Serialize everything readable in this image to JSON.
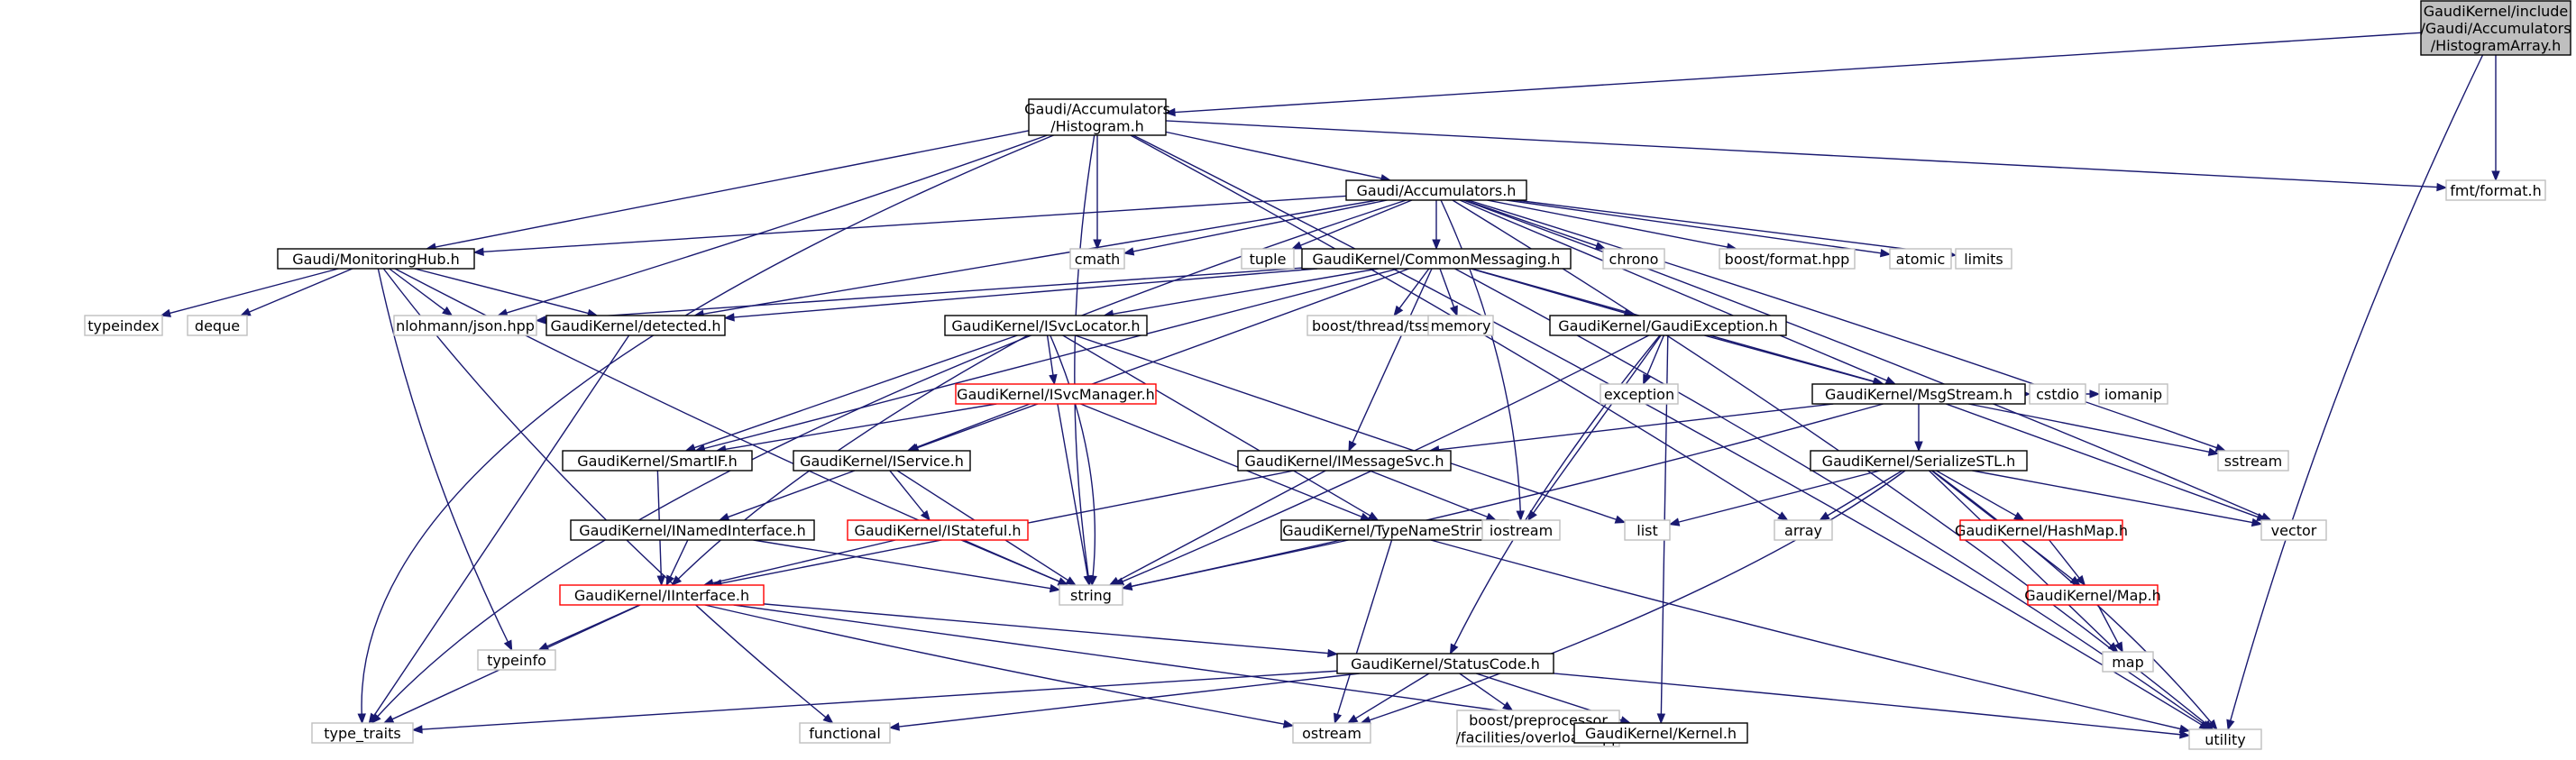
{
  "diagram": {
    "nodes": [
      {
        "id": "root",
        "lines": [
          "GaudiKernel/include",
          "/Gaudi/Accumulators",
          "/HistogramArray.h"
        ],
        "style": "root"
      },
      {
        "id": "histogram",
        "lines": [
          "Gaudi/Accumulators",
          "/Histogram.h"
        ],
        "style": "normal"
      },
      {
        "id": "fmt",
        "lines": [
          "fmt/format.h"
        ],
        "style": "external"
      },
      {
        "id": "utility",
        "lines": [
          "utility"
        ],
        "style": "external"
      },
      {
        "id": "accumulators",
        "lines": [
          "Gaudi/Accumulators.h"
        ],
        "style": "normal"
      },
      {
        "id": "monitoringhub",
        "lines": [
          "Gaudi/MonitoringHub.h"
        ],
        "style": "normal"
      },
      {
        "id": "cmath",
        "lines": [
          "cmath"
        ],
        "style": "external"
      },
      {
        "id": "tuple",
        "lines": [
          "tuple"
        ],
        "style": "external"
      },
      {
        "id": "commonmessaging",
        "lines": [
          "GaudiKernel/CommonMessaging.h"
        ],
        "style": "normal"
      },
      {
        "id": "chrono",
        "lines": [
          "chrono"
        ],
        "style": "external"
      },
      {
        "id": "boostformat",
        "lines": [
          "boost/format.hpp"
        ],
        "style": "external"
      },
      {
        "id": "atomic",
        "lines": [
          "atomic"
        ],
        "style": "external"
      },
      {
        "id": "limits",
        "lines": [
          "limits"
        ],
        "style": "external"
      },
      {
        "id": "typeindex",
        "lines": [
          "typeindex"
        ],
        "style": "external"
      },
      {
        "id": "deque",
        "lines": [
          "deque"
        ],
        "style": "external"
      },
      {
        "id": "json",
        "lines": [
          "nlohmann/json.hpp"
        ],
        "style": "external"
      },
      {
        "id": "detected",
        "lines": [
          "GaudiKernel/detected.h"
        ],
        "style": "normal"
      },
      {
        "id": "isvclocator",
        "lines": [
          "GaudiKernel/ISvcLocator.h"
        ],
        "style": "normal"
      },
      {
        "id": "tss",
        "lines": [
          "boost/thread/tss.hpp"
        ],
        "style": "external"
      },
      {
        "id": "memory",
        "lines": [
          "memory"
        ],
        "style": "external"
      },
      {
        "id": "gaudiexception",
        "lines": [
          "GaudiKernel/GaudiException.h"
        ],
        "style": "normal"
      },
      {
        "id": "isvcmanager",
        "lines": [
          "GaudiKernel/ISvcManager.h"
        ],
        "style": "red"
      },
      {
        "id": "exception",
        "lines": [
          "exception"
        ],
        "style": "external"
      },
      {
        "id": "msgstream",
        "lines": [
          "GaudiKernel/MsgStream.h"
        ],
        "style": "normal"
      },
      {
        "id": "smartif",
        "lines": [
          "GaudiKernel/SmartIF.h"
        ],
        "style": "normal"
      },
      {
        "id": "iservice",
        "lines": [
          "GaudiKernel/IService.h"
        ],
        "style": "normal"
      },
      {
        "id": "imessagesvc",
        "lines": [
          "GaudiKernel/IMessageSvc.h"
        ],
        "style": "normal"
      },
      {
        "id": "serializestl",
        "lines": [
          "GaudiKernel/SerializeSTL.h"
        ],
        "style": "normal"
      },
      {
        "id": "cstdio",
        "lines": [
          "cstdio"
        ],
        "style": "external"
      },
      {
        "id": "iomanip",
        "lines": [
          "iomanip"
        ],
        "style": "external"
      },
      {
        "id": "sstream",
        "lines": [
          "sstream"
        ],
        "style": "external"
      },
      {
        "id": "inamedinterface",
        "lines": [
          "GaudiKernel/INamedInterface.h"
        ],
        "style": "normal"
      },
      {
        "id": "istateful",
        "lines": [
          "GaudiKernel/IStateful.h"
        ],
        "style": "red"
      },
      {
        "id": "typenamestring",
        "lines": [
          "GaudiKernel/TypeNameString.h"
        ],
        "style": "normal"
      },
      {
        "id": "iostream",
        "lines": [
          "iostream"
        ],
        "style": "external"
      },
      {
        "id": "list",
        "lines": [
          "list"
        ],
        "style": "external"
      },
      {
        "id": "array",
        "lines": [
          "array"
        ],
        "style": "external"
      },
      {
        "id": "hashmap",
        "lines": [
          "GaudiKernel/HashMap.h"
        ],
        "style": "red"
      },
      {
        "id": "vector",
        "lines": [
          "vector"
        ],
        "style": "external"
      },
      {
        "id": "string",
        "lines": [
          "string"
        ],
        "style": "external"
      },
      {
        "id": "iinterface",
        "lines": [
          "GaudiKernel/IInterface.h"
        ],
        "style": "red"
      },
      {
        "id": "map_h",
        "lines": [
          "GaudiKernel/Map.h"
        ],
        "style": "red"
      },
      {
        "id": "typeinfo",
        "lines": [
          "typeinfo"
        ],
        "style": "external"
      },
      {
        "id": "statuscode",
        "lines": [
          "GaudiKernel/StatusCode.h"
        ],
        "style": "normal"
      },
      {
        "id": "map",
        "lines": [
          "map"
        ],
        "style": "external"
      },
      {
        "id": "type_traits",
        "lines": [
          "type_traits"
        ],
        "style": "external"
      },
      {
        "id": "functional",
        "lines": [
          "functional"
        ],
        "style": "external"
      },
      {
        "id": "ostream",
        "lines": [
          "ostream"
        ],
        "style": "external"
      },
      {
        "id": "overload",
        "lines": [
          "boost/preprocessor",
          "/facilities/overload.hpp"
        ],
        "style": "external"
      },
      {
        "id": "kernel",
        "lines": [
          "GaudiKernel/Kernel.h"
        ],
        "style": "normal"
      }
    ],
    "edges": [
      [
        "root",
        "histogram"
      ],
      [
        "root",
        "fmt"
      ],
      [
        "root",
        "utility"
      ],
      [
        "histogram",
        "accumulators"
      ],
      [
        "histogram",
        "monitoringhub"
      ],
      [
        "histogram",
        "cmath"
      ],
      [
        "histogram",
        "json"
      ],
      [
        "histogram",
        "string"
      ],
      [
        "histogram",
        "type_traits"
      ],
      [
        "histogram",
        "utility"
      ],
      [
        "histogram",
        "fmt"
      ],
      [
        "histogram",
        "array"
      ],
      [
        "accumulators",
        "monitoringhub"
      ],
      [
        "accumulators",
        "cmath"
      ],
      [
        "accumulators",
        "tuple"
      ],
      [
        "accumulators",
        "commonmessaging"
      ],
      [
        "accumulators",
        "chrono"
      ],
      [
        "accumulators",
        "boostformat"
      ],
      [
        "accumulators",
        "atomic"
      ],
      [
        "accumulators",
        "limits"
      ],
      [
        "accumulators",
        "sstream"
      ],
      [
        "accumulators",
        "vector"
      ],
      [
        "accumulators",
        "utility"
      ],
      [
        "accumulators",
        "type_traits"
      ],
      [
        "accumulators",
        "detected"
      ],
      [
        "accumulators",
        "msgstream"
      ],
      [
        "accumulators",
        "iostream"
      ],
      [
        "monitoringhub",
        "typeindex"
      ],
      [
        "monitoringhub",
        "deque"
      ],
      [
        "monitoringhub",
        "json"
      ],
      [
        "monitoringhub",
        "detected"
      ],
      [
        "monitoringhub",
        "typeinfo"
      ],
      [
        "monitoringhub",
        "functional"
      ],
      [
        "monitoringhub",
        "string"
      ],
      [
        "commonmessaging",
        "json"
      ],
      [
        "commonmessaging",
        "detected"
      ],
      [
        "commonmessaging",
        "isvclocator"
      ],
      [
        "commonmessaging",
        "tss"
      ],
      [
        "commonmessaging",
        "memory"
      ],
      [
        "commonmessaging",
        "gaudiexception"
      ],
      [
        "commonmessaging",
        "msgstream"
      ],
      [
        "commonmessaging",
        "smartif"
      ],
      [
        "commonmessaging",
        "iservice"
      ],
      [
        "commonmessaging",
        "imessagesvc"
      ],
      [
        "commonmessaging",
        "utility"
      ],
      [
        "detected",
        "type_traits"
      ],
      [
        "isvclocator",
        "isvcmanager"
      ],
      [
        "isvclocator",
        "smartif"
      ],
      [
        "isvclocator",
        "list"
      ],
      [
        "isvclocator",
        "string"
      ],
      [
        "isvclocator",
        "typenamestring"
      ],
      [
        "isvclocator",
        "iinterface"
      ],
      [
        "isvcmanager",
        "iservice"
      ],
      [
        "isvcmanager",
        "smartif"
      ],
      [
        "isvcmanager",
        "typenamestring"
      ],
      [
        "isvcmanager",
        "string"
      ],
      [
        "gaudiexception",
        "msgstream"
      ],
      [
        "gaudiexception",
        "exception"
      ],
      [
        "gaudiexception",
        "iostream"
      ],
      [
        "gaudiexception",
        "string"
      ],
      [
        "gaudiexception",
        "statuscode"
      ],
      [
        "gaudiexception",
        "kernel"
      ],
      [
        "msgstream",
        "imessagesvc"
      ],
      [
        "msgstream",
        "serializestl"
      ],
      [
        "msgstream",
        "cstdio"
      ],
      [
        "msgstream",
        "iomanip"
      ],
      [
        "msgstream",
        "sstream"
      ],
      [
        "msgstream",
        "vector"
      ],
      [
        "msgstream",
        "string"
      ],
      [
        "smartif",
        "iinterface"
      ],
      [
        "iservice",
        "inamedinterface"
      ],
      [
        "iservice",
        "istateful"
      ],
      [
        "iservice",
        "string"
      ],
      [
        "imessagesvc",
        "iostream"
      ],
      [
        "imessagesvc",
        "string"
      ],
      [
        "imessagesvc",
        "iinterface"
      ],
      [
        "serializestl",
        "list"
      ],
      [
        "serializestl",
        "array"
      ],
      [
        "serializestl",
        "vector"
      ],
      [
        "serializestl",
        "hashmap"
      ],
      [
        "serializestl",
        "map_h"
      ],
      [
        "serializestl",
        "map"
      ],
      [
        "serializestl",
        "utility"
      ],
      [
        "serializestl",
        "ostream"
      ],
      [
        "inamedinterface",
        "iinterface"
      ],
      [
        "inamedinterface",
        "string"
      ],
      [
        "istateful",
        "iinterface"
      ],
      [
        "istateful",
        "string"
      ],
      [
        "typenamestring",
        "string"
      ],
      [
        "typenamestring",
        "ostream"
      ],
      [
        "typenamestring",
        "utility"
      ],
      [
        "hashmap",
        "map_h"
      ],
      [
        "map_h",
        "map"
      ],
      [
        "iinterface",
        "typeinfo"
      ],
      [
        "iinterface",
        "type_traits"
      ],
      [
        "iinterface",
        "statuscode"
      ],
      [
        "iinterface",
        "ostream"
      ],
      [
        "iinterface",
        "kernel"
      ],
      [
        "statuscode",
        "type_traits"
      ],
      [
        "statuscode",
        "functional"
      ],
      [
        "statuscode",
        "ostream"
      ],
      [
        "statuscode",
        "overload"
      ],
      [
        "statuscode",
        "kernel"
      ],
      [
        "statuscode",
        "utility"
      ]
    ],
    "colors": {
      "edge": "#191970",
      "normal_border": "#000000",
      "normal_fill": "#ffffff",
      "root_fill": "#bfbfbf",
      "red_border": "#ff0000",
      "external_border": "#bfbfbf",
      "text": "#000000"
    }
  }
}
